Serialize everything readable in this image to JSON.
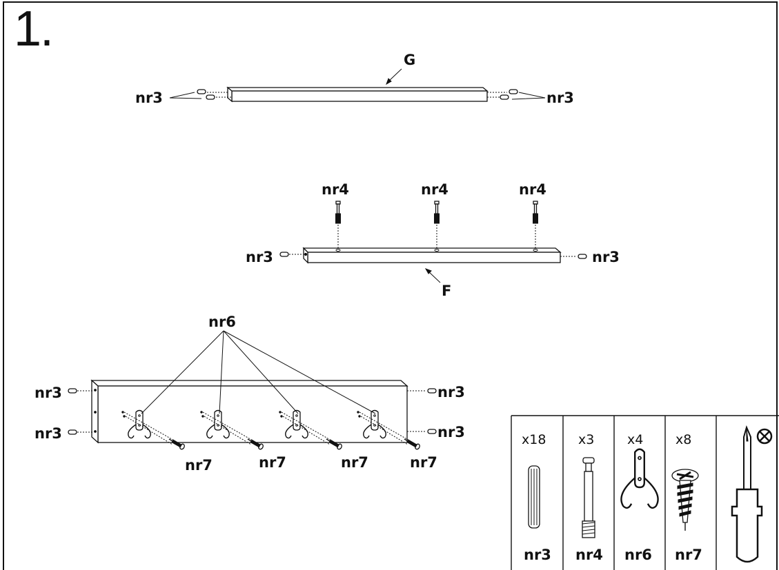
{
  "step_number": "1.",
  "labels": {
    "part_g": "G",
    "part_f": "F",
    "nr3": "nr3",
    "nr4": "nr4",
    "nr6": "nr6",
    "nr7": "nr7"
  },
  "parts_table": [
    {
      "count": "x18",
      "name": "nr3",
      "icon": "dowel-icon"
    },
    {
      "count": "x3",
      "name": "nr4",
      "icon": "cam-bolt-icon"
    },
    {
      "count": "x4",
      "name": "nr6",
      "icon": "double-hook-icon"
    },
    {
      "count": "x8",
      "name": "nr7",
      "icon": "phillips-screw-icon"
    }
  ],
  "tool": {
    "icon": "phillips-screwdriver-icon",
    "symbol_icon": "cross-circle-icon"
  }
}
